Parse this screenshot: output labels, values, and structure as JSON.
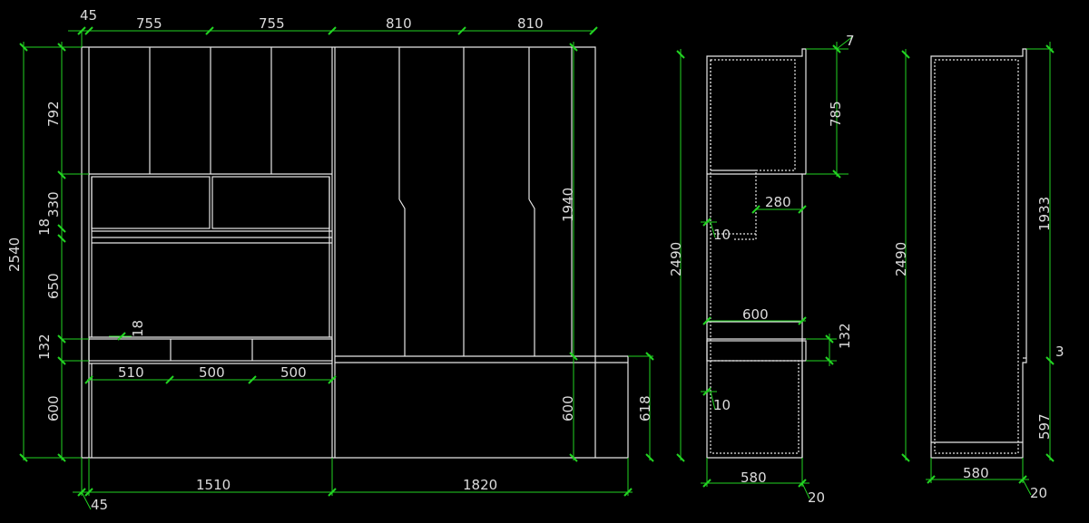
{
  "front": {
    "top_widths": [
      "755",
      "755",
      "810",
      "810"
    ],
    "top_offset": "45",
    "overall_height": "2540",
    "left_heights": [
      "792",
      "330",
      "18",
      "650",
      "132",
      "600"
    ],
    "drawer_widths": [
      "510",
      "500",
      "500"
    ],
    "shelf_thickness": "18",
    "right_height_upper": "1940",
    "right_height_lower": "600",
    "side_unit_height": "618",
    "bottom_widths": [
      "1510",
      "1820"
    ],
    "bottom_offset": "45"
  },
  "side_a": {
    "height": "2490",
    "top_offset": "7",
    "upper_height": "785",
    "inner_depth": "280",
    "panel_10_upper": "10",
    "shelf_depth": "600",
    "drawer_height": "132",
    "panel_10_lower": "10",
    "base_depth": "580",
    "base_offset": "20"
  },
  "side_b": {
    "height": "2490",
    "upper_height": "1933",
    "gap": "3",
    "lower_height": "597",
    "base_depth": "580",
    "base_offset": "20"
  }
}
